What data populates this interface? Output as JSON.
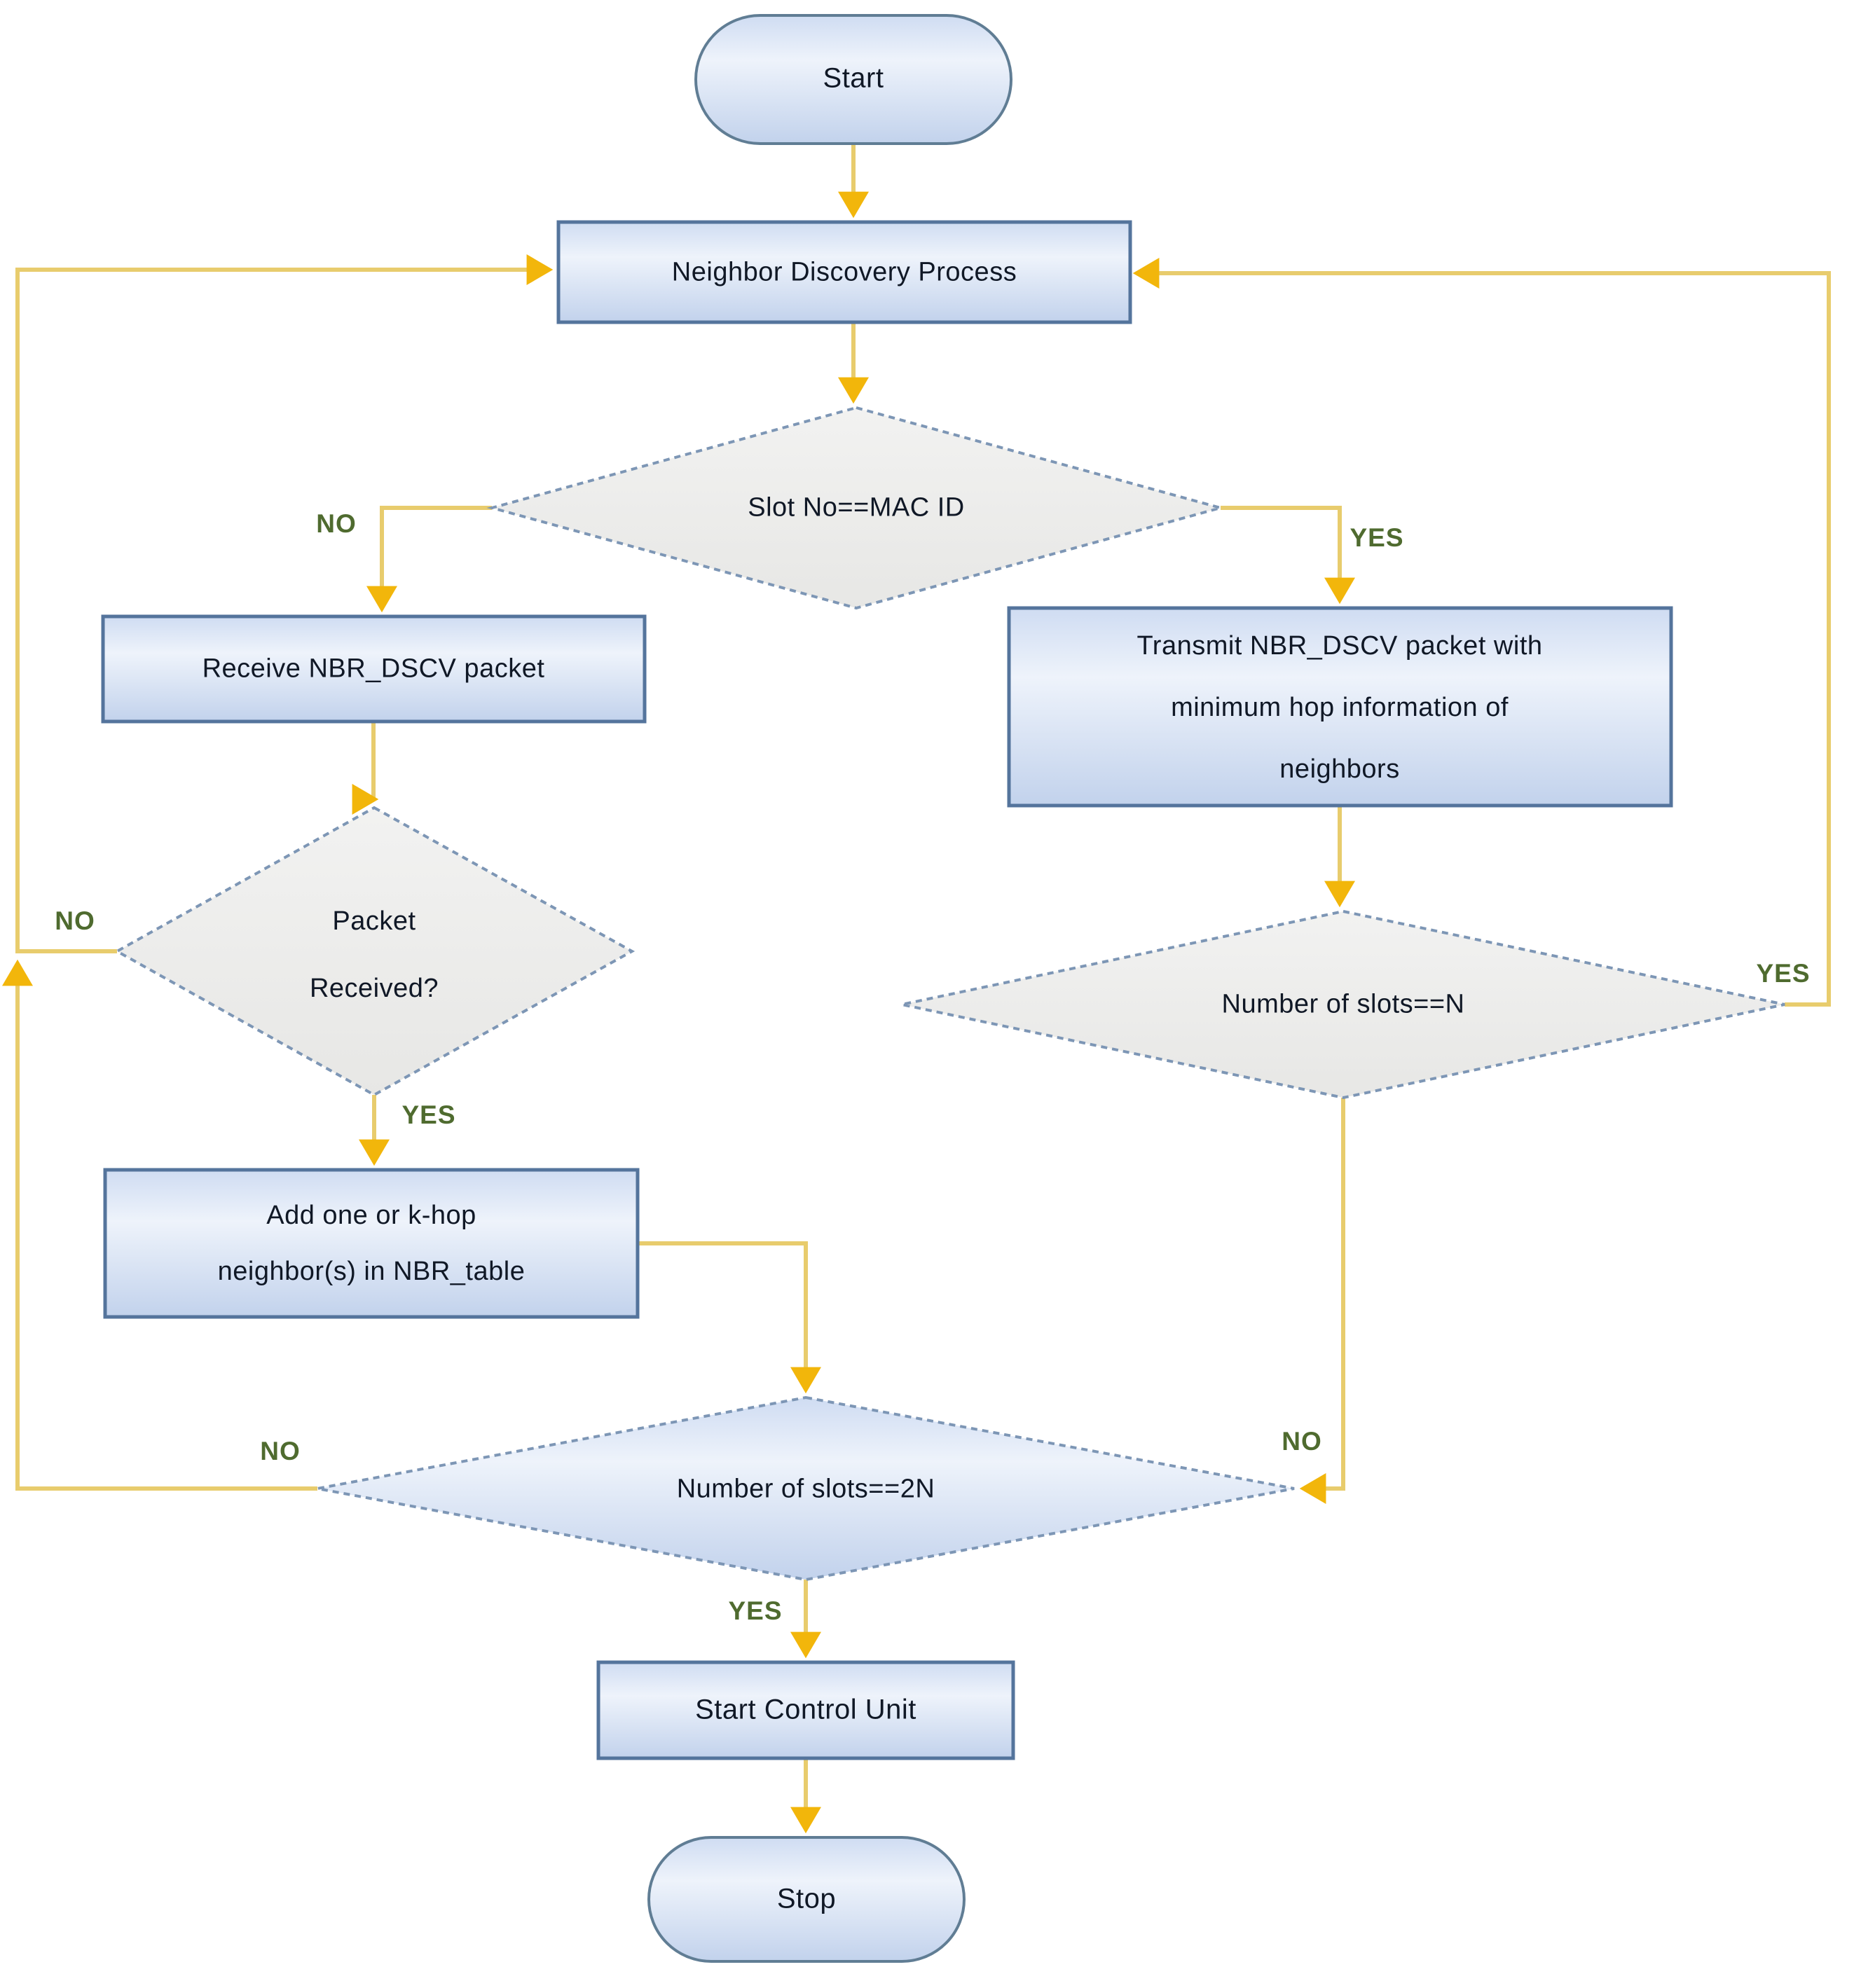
{
  "nodes": {
    "start": {
      "label": "Start"
    },
    "neighbor_discovery": {
      "label": "Neighbor Discovery Process"
    },
    "slot_decision": {
      "label": "Slot No==MAC ID"
    },
    "receive_packet": {
      "label": "Receive NBR_DSCV packet"
    },
    "transmit_packet": {
      "lines": [
        "Transmit NBR_DSCV packet with",
        "minimum hop information of",
        "neighbors"
      ]
    },
    "packet_received_decision": {
      "lines": [
        "Packet",
        "Received?"
      ]
    },
    "slots_equal_n_decision": {
      "label": "Number of slots==N"
    },
    "add_neighbors": {
      "lines": [
        "Add one or k-hop",
        "neighbor(s) in NBR_table"
      ]
    },
    "slots_equal_2n_decision": {
      "label": "Number of slots==2N"
    },
    "start_control_unit": {
      "label": "Start Control Unit"
    },
    "stop": {
      "label": "Stop"
    }
  },
  "edge_labels": {
    "slot_no": "NO",
    "slot_yes": "YES",
    "packet_received_no": "NO",
    "packet_received_yes": "YES",
    "slots_n_yes": "YES",
    "slots_n_no": "NO",
    "slots_2n_no": "NO",
    "slots_2n_yes": "YES"
  },
  "colors": {
    "process_fill_top": "#cfdcf2",
    "process_fill_mid": "#eef3fb",
    "process_fill_bottom": "#c2d2ec",
    "process_border": "#54749c",
    "decision_fill": "#ececeb",
    "decision_border": "#7d96b5",
    "connector": "#e8cc6d",
    "arrowhead": "#f2b60b",
    "branch_label": "#4f6b2f",
    "node_text": "#101826"
  }
}
